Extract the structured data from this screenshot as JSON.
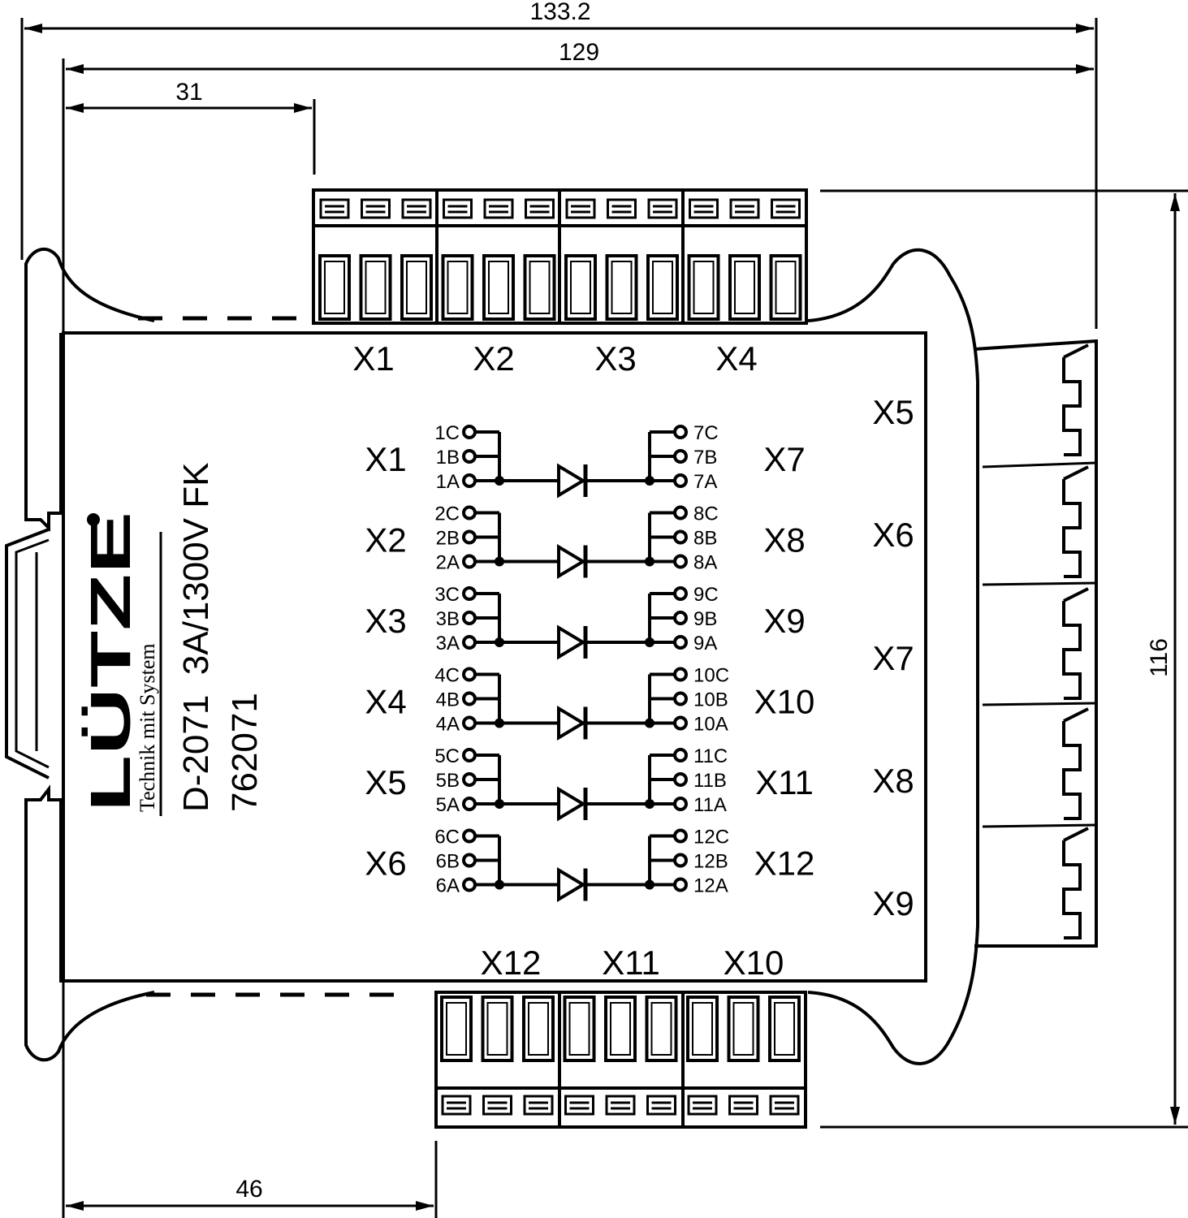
{
  "dimensions": {
    "overall_width": "133.2",
    "body_width": "129",
    "top_offset": "31",
    "bottom_offset": "46",
    "height": "116"
  },
  "top_connectors": [
    "X1",
    "X2",
    "X3",
    "X4"
  ],
  "bottom_connectors": [
    "X12",
    "X11",
    "X10"
  ],
  "side_connectors": [
    "X5",
    "X6",
    "X7",
    "X8",
    "X9"
  ],
  "label": {
    "brand": "LÜTZE",
    "tagline": "Technik mit System",
    "model": "D-2071  3A/1300V FK",
    "article": "762071"
  },
  "schematic": {
    "left_groups": [
      "X1",
      "X2",
      "X3",
      "X4",
      "X5",
      "X6"
    ],
    "right_groups": [
      "X7",
      "X8",
      "X9",
      "X10",
      "X11",
      "X12"
    ],
    "rows": [
      {
        "left_pins": [
          "1C",
          "1B",
          "1A"
        ],
        "right_pins": [
          "7C",
          "7B",
          "7A"
        ]
      },
      {
        "left_pins": [
          "2C",
          "2B",
          "2A"
        ],
        "right_pins": [
          "8C",
          "8B",
          "8A"
        ]
      },
      {
        "left_pins": [
          "3C",
          "3B",
          "3A"
        ],
        "right_pins": [
          "9C",
          "9B",
          "9A"
        ]
      },
      {
        "left_pins": [
          "4C",
          "4B",
          "4A"
        ],
        "right_pins": [
          "10C",
          "10B",
          "10A"
        ]
      },
      {
        "left_pins": [
          "5C",
          "5B",
          "5A"
        ],
        "right_pins": [
          "11C",
          "11B",
          "11A"
        ]
      },
      {
        "left_pins": [
          "6C",
          "6B",
          "6A"
        ],
        "right_pins": [
          "12C",
          "12B",
          "12A"
        ]
      }
    ]
  }
}
